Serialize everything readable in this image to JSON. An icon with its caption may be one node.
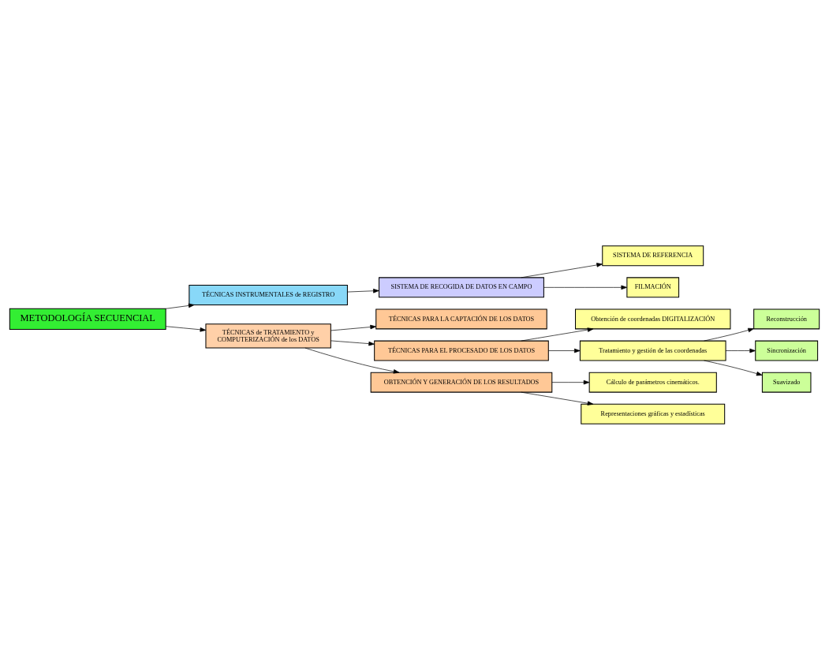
{
  "diagram": {
    "nodes": [
      {
        "text": [
          "METODOLOGÍA SECUENCIAL"
        ]
      },
      {
        "text": [
          "TÉCNICAS INSTRUMENTALES de REGISTRO"
        ]
      },
      {
        "text": [
          "SISTEMA DE RECOGIDA DE DATOS EN CAMPO"
        ]
      },
      {
        "text": [
          "SISTEMA DE REFERENCIA"
        ]
      },
      {
        "text": [
          "FILMACIÓN"
        ]
      },
      {
        "text": [
          "TÉCNICAS de TRATAMIENTO y",
          "COMPUTERIZACIÓN de los DATOS"
        ]
      },
      {
        "text": [
          "TÉCNICAS PARA LA CAPTACIÓN DE LOS DATOS"
        ]
      },
      {
        "text": [
          "TÉCNICAS PARA EL PROCESADO DE LOS DATOS"
        ]
      },
      {
        "text": [
          "OBTENCIÓN Y GENERACIÓN DE LOS RESULTADOS"
        ]
      },
      {
        "text": [
          "Obtención de coordenadas DIGITALIZACIÓN"
        ]
      },
      {
        "text": [
          "Tratamiento y gestión de las coordenadas"
        ]
      },
      {
        "text": [
          "Reconstrucción"
        ]
      },
      {
        "text": [
          "Sincronización"
        ]
      },
      {
        "text": [
          "Suavizado"
        ]
      },
      {
        "text": [
          "Cálculo de parámetros cinemáticos."
        ]
      },
      {
        "text": [
          "Representaciones gráficas y estadísticas"
        ]
      }
    ],
    "edges": [
      {
        "from": 0,
        "to": 1,
        "arrow": "to"
      },
      {
        "from": 0,
        "to": 5,
        "arrow": "to"
      },
      {
        "from": 1,
        "to": 2,
        "arrow": "to"
      },
      {
        "from": 2,
        "to": 3,
        "arrow": "to"
      },
      {
        "from": 2,
        "to": 4,
        "arrow": "to"
      },
      {
        "from": 5,
        "to": 6,
        "arrow": "to"
      },
      {
        "from": 5,
        "to": 7,
        "arrow": "to"
      },
      {
        "from": 5,
        "to": 8,
        "arrow": "to"
      },
      {
        "from": 7,
        "to": 9,
        "arrow": "to"
      },
      {
        "from": 7,
        "to": 10,
        "arrow": "to"
      },
      {
        "from": 10,
        "to": 11,
        "arrow": "to"
      },
      {
        "from": 10,
        "to": 12,
        "arrow": "to"
      },
      {
        "from": 10,
        "to": 13,
        "arrow": "to"
      },
      {
        "from": 8,
        "to": 14,
        "arrow": "to"
      },
      {
        "from": 8,
        "to": 15,
        "arrow": "to"
      }
    ]
  }
}
